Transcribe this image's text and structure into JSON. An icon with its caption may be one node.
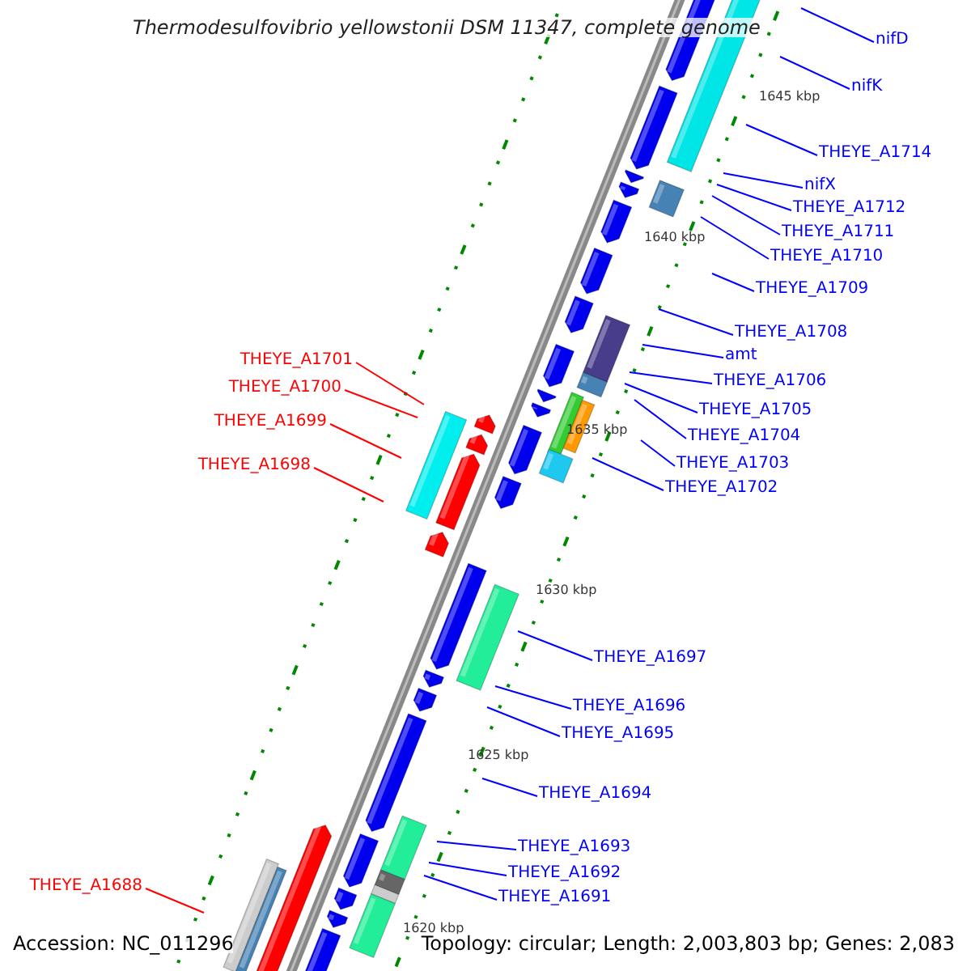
{
  "diagram": {
    "title": "Thermodesulfovibrio yellowstonii DSM 11347, complete genome",
    "nodes": [
      {
        "text": [
          "nifD"
        ]
      },
      {
        "text": [
          "nifK"
        ]
      },
      {
        "text": [
          "THEYE_A1714"
        ]
      },
      {
        "text": [
          "nifX"
        ]
      },
      {
        "text": [
          "THEYE_A1712"
        ]
      },
      {
        "text": [
          "THEYE_A1711"
        ]
      },
      {
        "text": [
          "THEYE_A1710"
        ]
      },
      {
        "text": [
          "THEYE_A1709"
        ]
      },
      {
        "text": [
          "THEYE_A1708"
        ]
      },
      {
        "text": [
          "amt"
        ]
      },
      {
        "text": [
          "THEYE_A1706"
        ]
      },
      {
        "text": [
          "THEYE_A1705"
        ]
      },
      {
        "text": [
          "THEYE_A1704"
        ]
      },
      {
        "text": [
          "THEYE_A1703"
        ]
      },
      {
        "text": [
          "THEYE_A1702"
        ]
      },
      {
        "text": [
          "THEYE_A1697"
        ]
      },
      {
        "text": [
          "THEYE_A1696"
        ]
      },
      {
        "text": [
          "THEYE_A1695"
        ]
      },
      {
        "text": [
          "THEYE_A1694"
        ]
      },
      {
        "text": [
          "THEYE_A1693"
        ]
      },
      {
        "text": [
          "THEYE_A1692"
        ]
      },
      {
        "text": [
          "THEYE_A1691"
        ]
      },
      {
        "text": [
          "THEYE_A1701"
        ]
      },
      {
        "text": [
          "THEYE_A1700"
        ]
      },
      {
        "text": [
          "THEYE_A1699"
        ]
      },
      {
        "text": [
          "THEYE_A1698"
        ]
      },
      {
        "text": [
          "THEYE_A1688"
        ]
      }
    ],
    "edges": [
      {
        "from": 0,
        "to": null,
        "arrow": "none"
      },
      {
        "from": 1,
        "to": null,
        "arrow": "none"
      },
      {
        "from": 2,
        "to": null,
        "arrow": "none"
      },
      {
        "from": 3,
        "to": null,
        "arrow": "none"
      },
      {
        "from": 4,
        "to": null,
        "arrow": "none"
      },
      {
        "from": 5,
        "to": null,
        "arrow": "none"
      },
      {
        "from": 6,
        "to": null,
        "arrow": "none"
      },
      {
        "from": 7,
        "to": null,
        "arrow": "none"
      },
      {
        "from": 8,
        "to": null,
        "arrow": "none"
      },
      {
        "from": 9,
        "to": null,
        "arrow": "none"
      },
      {
        "from": 10,
        "to": null,
        "arrow": "none"
      },
      {
        "from": 11,
        "to": null,
        "arrow": "none"
      },
      {
        "from": 12,
        "to": null,
        "arrow": "none"
      },
      {
        "from": 13,
        "to": null,
        "arrow": "none"
      },
      {
        "from": 14,
        "to": null,
        "arrow": "none"
      },
      {
        "from": 15,
        "to": null,
        "arrow": "none"
      },
      {
        "from": 16,
        "to": null,
        "arrow": "none"
      },
      {
        "from": 17,
        "to": null,
        "arrow": "none"
      },
      {
        "from": 18,
        "to": null,
        "arrow": "none"
      },
      {
        "from": 19,
        "to": null,
        "arrow": "none"
      },
      {
        "from": 20,
        "to": null,
        "arrow": "none"
      },
      {
        "from": 21,
        "to": null,
        "arrow": "none"
      },
      {
        "from": 22,
        "to": null,
        "arrow": "none",
        "color": "#ff0000"
      },
      {
        "from": 23,
        "to": null,
        "arrow": "none",
        "color": "#ff0000"
      },
      {
        "from": 24,
        "to": null,
        "arrow": "none",
        "color": "#ff0000"
      },
      {
        "from": 25,
        "to": null,
        "arrow": "none",
        "color": "#ff0000"
      },
      {
        "from": 26,
        "to": null,
        "arrow": "none",
        "color": "#ff0000"
      }
    ],
    "labels": [
      "1645 kbp",
      "1640 kbp",
      "1635 kbp",
      "1630 kbp",
      "1625 kbp",
      "1620 kbp",
      "Accession: NC_011296",
      "Topology: circular; Length: 2,003,803 bp; Genes: 2,083"
    ]
  }
}
